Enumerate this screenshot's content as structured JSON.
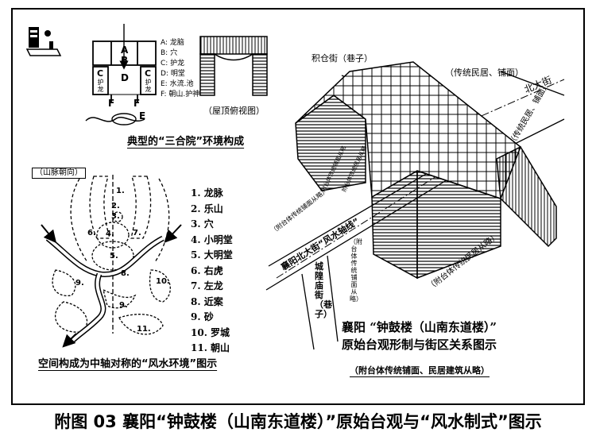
{
  "caption": "附图 03  襄阳“钟鼓楼（山南东道楼）”原始台观与“风水制式”图示",
  "sanheyuan": {
    "title": "典型的“三合院”环境构成",
    "roof_view_label": "（屋顶俯视图）",
    "plan_letters": [
      "A",
      "B",
      "C",
      "C",
      "D",
      "E",
      "F",
      "F"
    ],
    "legend": [
      "A: 龙脑",
      "B: 穴",
      "C: 护龙",
      "D: 明堂",
      "E: 水流.池",
      "F: 朝山.护神"
    ],
    "side_labels": [
      "护龙",
      "护龙"
    ]
  },
  "fengshui": {
    "direction_label": "（山脉朝向）",
    "title": "空间构成为中轴对称的“风水环境”图示",
    "numbers": [
      "1.",
      "2.",
      "3.",
      "4.",
      "5.",
      "6.",
      "7.",
      "9.",
      "9.",
      "10.",
      "11.",
      "8."
    ],
    "list": [
      "1. 龙脉",
      "2. 乐山",
      "3. 穴",
      "4. 小明堂",
      "5. 大明堂",
      "6. 右虎",
      "7. 左龙",
      "8. 近案",
      "9. 砂",
      "10. 罗城",
      "11. 朝山"
    ]
  },
  "bell_tower": {
    "street_jicang": "积仓街（巷子）",
    "label_traditional_top": "（传统民居、铺面）",
    "street_north": "北大街",
    "label_traditional_right": "（传统民居、铺面）",
    "label_attached_shops": "附台体传统铺面从略",
    "label_attached_residences": "附台体传统民居从略",
    "label_attached_left": "（附台体传统铺面从略）",
    "axis_label": "襄阳北大街“风水轴线”",
    "street_chenghuang": "城隍庙街（巷子）",
    "label_attached_mid": "（附台体传统铺面从略）",
    "label_attached_right": "（附台体传统民居从略）",
    "title_line1": "襄阳 “钟鼓楼（山南东道楼）”",
    "title_line2": "原始台观形制与街区关系图示",
    "subtitle": "（附台体传统铺面、民居建筑从略）"
  }
}
